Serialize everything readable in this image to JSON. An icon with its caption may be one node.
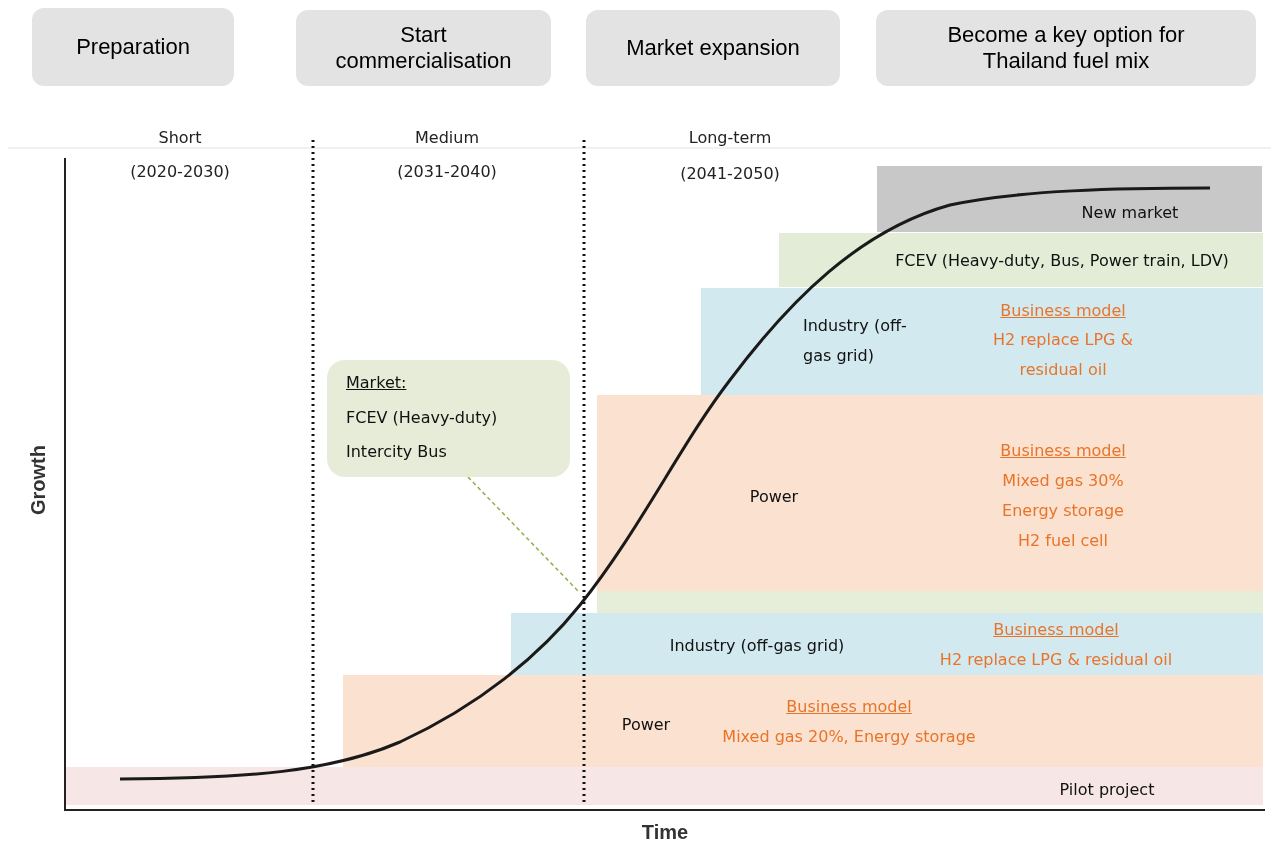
{
  "diagram": {
    "nodes": [
      {
        "text": [
          "Preparation"
        ]
      },
      {
        "text": [
          "Start commercialisation"
        ]
      },
      {
        "text": [
          "Market expansion"
        ]
      },
      {
        "text": [
          "Become a key option for Thailand fuel mix"
        ]
      },
      {
        "text": [
          "New market"
        ]
      },
      {
        "text": [
          "FCEV (Heavy-duty, Bus, Power train, LDV)"
        ]
      },
      {
        "text": [
          "Industry (off-gas grid)",
          "Business model",
          "H2 replace LPG & residual oil"
        ]
      },
      {
        "text": [
          "Power",
          "Business model",
          "Mixed gas 30%",
          "Energy storage",
          "H2 fuel cell"
        ]
      },
      {
        "text": [
          "Market:",
          "FCEV (Heavy-duty)",
          "Intercity Bus"
        ]
      },
      {
        "text": [],
        "shape": "bar"
      },
      {
        "text": [
          "Industry (off-gas grid)",
          "Business model",
          "H2 replace LPG & residual oil"
        ]
      },
      {
        "text": [
          "Power",
          "Business model",
          "Mixed gas 20%, Energy storage"
        ]
      },
      {
        "text": [
          "Pilot project"
        ]
      }
    ],
    "edges": [
      {
        "from": 8,
        "to": 9,
        "arrow": "none",
        "style": "dashed",
        "color": "#8fb04a"
      }
    ],
    "labels": [
      "Short",
      "(2020-2030)",
      "Medium",
      "(2031-2040)",
      "Long-term",
      "(2041-2050)",
      "Growth",
      "Time"
    ]
  }
}
